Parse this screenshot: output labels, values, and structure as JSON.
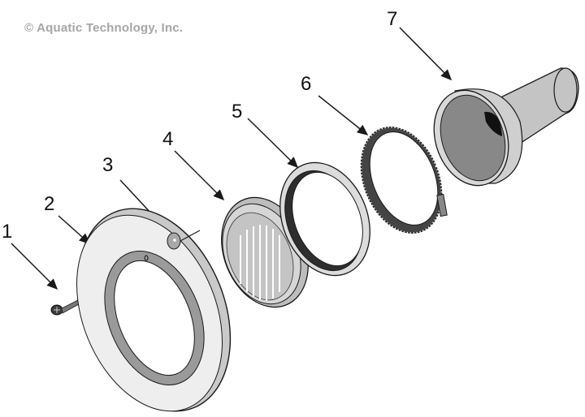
{
  "copyright": "© Aquatic Technology, Inc.",
  "parts": [
    {
      "number": "1",
      "name": "screw"
    },
    {
      "number": "2",
      "name": "face-plate-ring"
    },
    {
      "number": "3",
      "name": "washer"
    },
    {
      "number": "4",
      "name": "lens"
    },
    {
      "number": "5",
      "name": "gasket-ring"
    },
    {
      "number": "6",
      "name": "clamp-ring"
    },
    {
      "number": "7",
      "name": "niche-housing"
    }
  ],
  "colors": {
    "line": "#1a1a1a",
    "light_fill": "#ececec",
    "mid_fill": "#b5b5b5",
    "dark_fill": "#3a3a3a",
    "text_watermark": "#a6a6a6"
  }
}
